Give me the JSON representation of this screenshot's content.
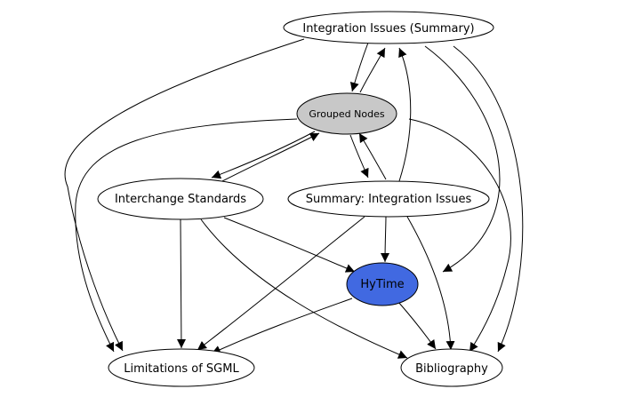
{
  "diagram": {
    "nodes": {
      "integration_summary": {
        "label": "Integration Issues (Summary)",
        "fill": "#ffffff"
      },
      "grouped_nodes": {
        "label": "Grouped Nodes",
        "fill": "#c8c8c8"
      },
      "interchange_standards": {
        "label": "Interchange Standards",
        "fill": "#ffffff"
      },
      "summary_integration": {
        "label": "Summary: Integration Issues",
        "fill": "#ffffff"
      },
      "hytime": {
        "label": "HyTime",
        "fill": "#4169e1"
      },
      "limitations_sgml": {
        "label": "Limitations of SGML",
        "fill": "#ffffff"
      },
      "bibliography": {
        "label": "Bibliography",
        "fill": "#ffffff"
      }
    },
    "edges": [
      {
        "from": "integration_summary",
        "to": "grouped_nodes"
      },
      {
        "from": "grouped_nodes",
        "to": "integration_summary"
      },
      {
        "from": "summary_integration",
        "to": "integration_summary"
      },
      {
        "from": "integration_summary",
        "to": "limitations_sgml"
      },
      {
        "from": "integration_summary",
        "to": "hytime"
      },
      {
        "from": "integration_summary",
        "to": "bibliography"
      },
      {
        "from": "grouped_nodes",
        "to": "interchange_standards"
      },
      {
        "from": "interchange_standards",
        "to": "grouped_nodes"
      },
      {
        "from": "grouped_nodes",
        "to": "summary_integration"
      },
      {
        "from": "summary_integration",
        "to": "grouped_nodes"
      },
      {
        "from": "grouped_nodes",
        "to": "limitations_sgml"
      },
      {
        "from": "grouped_nodes",
        "to": "bibliography"
      },
      {
        "from": "interchange_standards",
        "to": "limitations_sgml"
      },
      {
        "from": "interchange_standards",
        "to": "hytime"
      },
      {
        "from": "interchange_standards",
        "to": "bibliography"
      },
      {
        "from": "summary_integration",
        "to": "hytime"
      },
      {
        "from": "summary_integration",
        "to": "limitations_sgml"
      },
      {
        "from": "summary_integration",
        "to": "bibliography"
      },
      {
        "from": "hytime",
        "to": "limitations_sgml"
      },
      {
        "from": "hytime",
        "to": "bibliography"
      }
    ]
  }
}
